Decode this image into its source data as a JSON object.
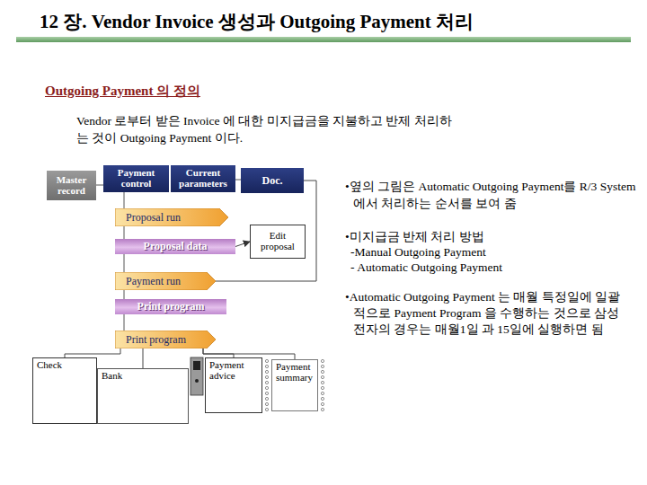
{
  "diagram": {
    "title": "12 장. Vendor Invoice 생성과 Outgoing Payment 처리",
    "nodes": [
      {
        "text": [
          "Master record"
        ]
      },
      {
        "text": [
          "Payment control"
        ]
      },
      {
        "text": [
          "Current parameters"
        ]
      },
      {
        "text": [
          "Doc."
        ]
      },
      {
        "text": [
          "Proposal run"
        ]
      },
      {
        "text": [
          "Proposal data"
        ]
      },
      {
        "text": [
          "Edit proposal"
        ]
      },
      {
        "text": [
          "Payment run"
        ]
      },
      {
        "text": [
          "Print program"
        ]
      },
      {
        "text": [
          "Print program"
        ]
      },
      {
        "text": [
          "Check"
        ]
      },
      {
        "text": [
          "Bank"
        ]
      },
      {
        "text": [
          "Payment advice"
        ]
      },
      {
        "text": [
          "Payment summary"
        ]
      }
    ],
    "edges": [
      {
        "from": 5,
        "to": 6,
        "arrow": "to"
      },
      {
        "from": 3,
        "to": 7,
        "arrow": "none"
      },
      {
        "from": 9,
        "to": 10,
        "arrow": "none"
      },
      {
        "from": 9,
        "to": 11,
        "arrow": "none"
      },
      {
        "from": 9,
        "to": 12,
        "arrow": "none"
      },
      {
        "from": 9,
        "to": 13,
        "arrow": "none"
      }
    ],
    "labels": [
      "Outgoing Payment 의 정의",
      "Vendor 로부터 받은 Invoice 에 대한 미지급금을 지불하고 반제 처리하는 것이 Outgoing Payment 이다.",
      "•옆의 그림은 Automatic Outgoing Payment를 R/3 System 에서 처리하는 순서를 보여 줌",
      "•미지급금 반제 처리 방법",
      "-Manual Outgoing Payment",
      "- Automatic Outgoing Payment",
      "•Automatic Outgoing Payment 는 매월 특정일에 일괄적으로 Payment Program 을 수행하는 것으로 삼성전자의 경우는 매월1일 과 15일에 실행하면 됨"
    ]
  }
}
